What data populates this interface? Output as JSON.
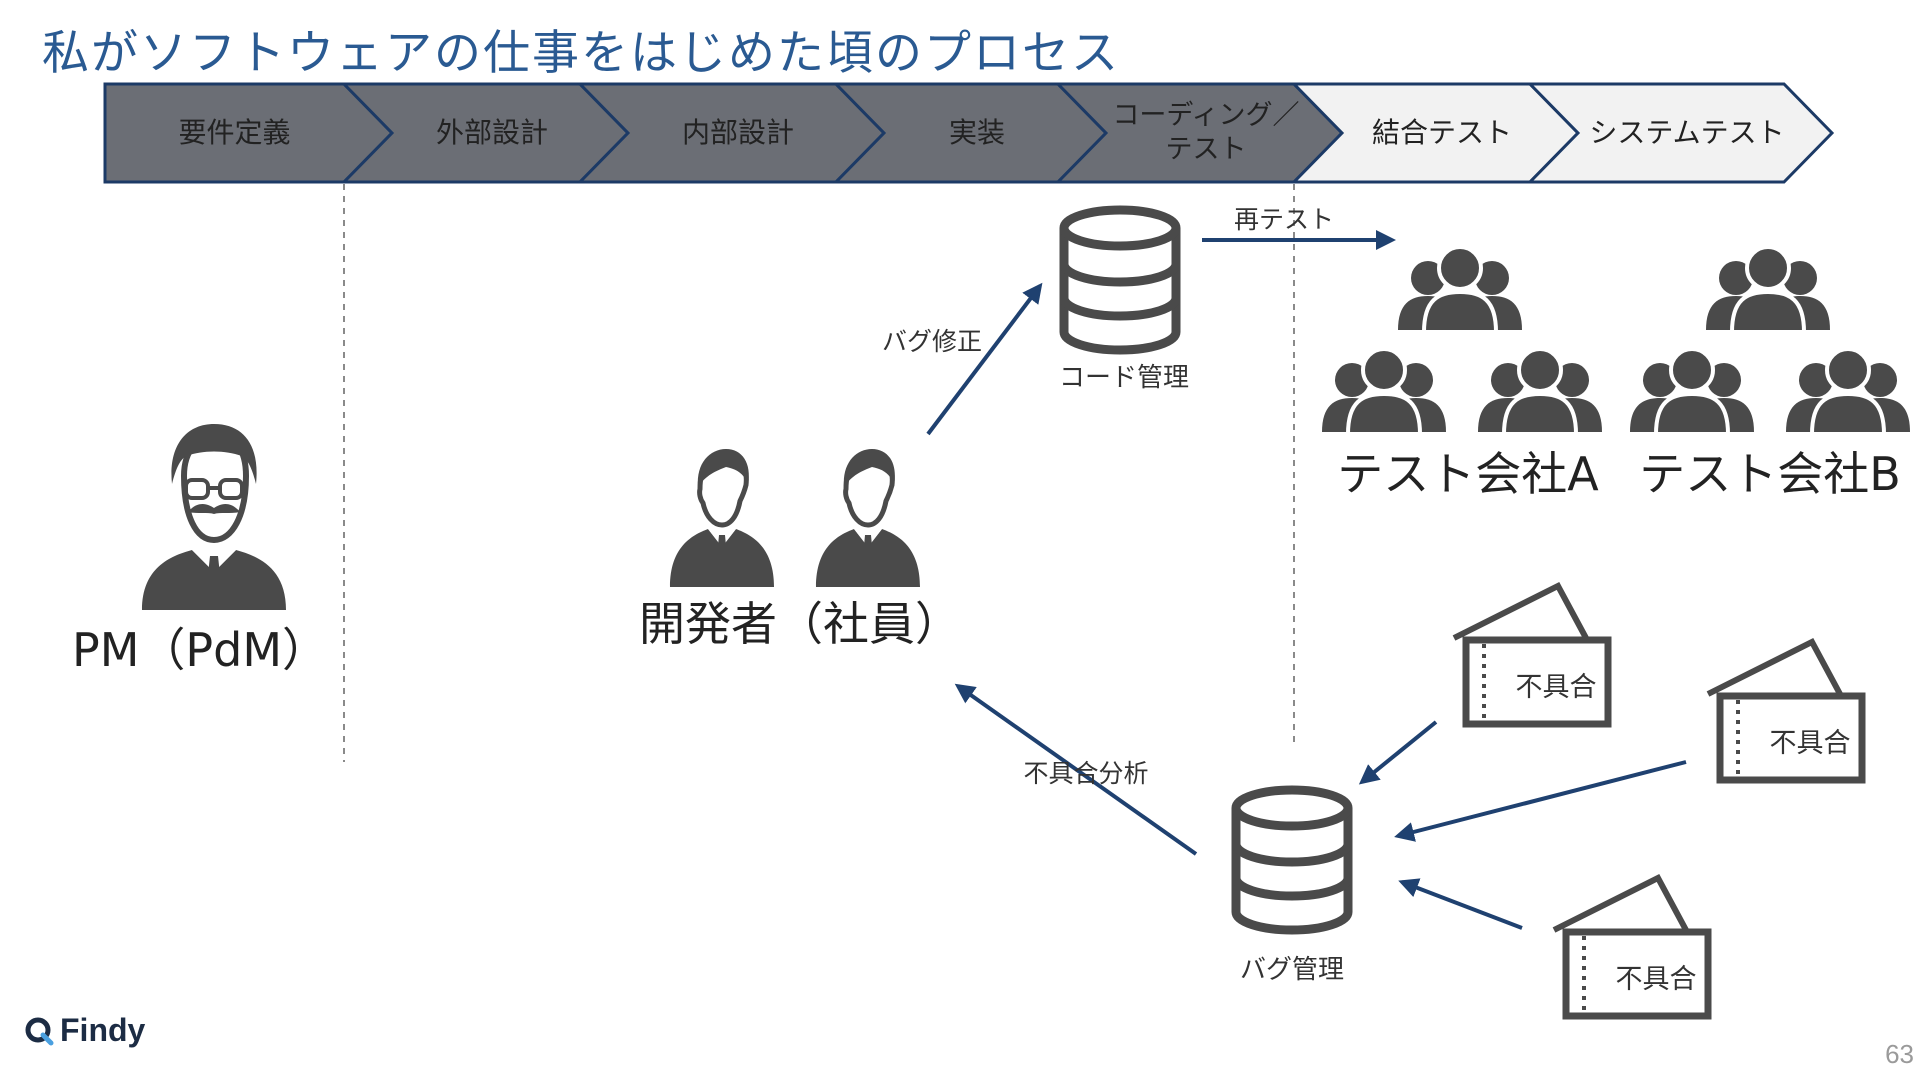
{
  "slide": {
    "title": "私がソフトウェアの仕事をはじめた頃のプロセス",
    "page_number": "63",
    "logo_text": "Findy"
  },
  "process": {
    "steps": [
      {
        "label": "要件定義",
        "state": "done"
      },
      {
        "label": "外部設計",
        "state": "done"
      },
      {
        "label": "内部設計",
        "state": "done"
      },
      {
        "label": "実装",
        "state": "done"
      },
      {
        "label_line1": "コーディング／",
        "label_line2": "テスト",
        "state": "done"
      },
      {
        "label": "結合テスト",
        "state": "todo"
      },
      {
        "label": "システムテスト",
        "state": "todo"
      }
    ]
  },
  "actors": {
    "pm": "PM（PdM）",
    "developers": "開発者（社員）",
    "test_company_a": "テスト会社A",
    "test_company_b": "テスト会社B"
  },
  "repos": {
    "code": "コード管理",
    "bugs": "バグ管理"
  },
  "arrows": {
    "bug_fix": "バグ修正",
    "retest": "再テスト",
    "defect_analysis": "不具合分析"
  },
  "tickets": [
    "不具合",
    "不具合",
    "不具合"
  ],
  "colors": {
    "title": "#2a5a92",
    "done_fill": "#6b6e75",
    "todo_fill": "#f2f2f2",
    "chevron_border": "#1c3a66",
    "icon": "#4a4a4a",
    "arrow": "#1f4170"
  },
  "icons": [
    "pm-avatar-icon",
    "developer-icon",
    "database-icon",
    "group-icon",
    "ticket-icon",
    "findy-logo-icon"
  ]
}
